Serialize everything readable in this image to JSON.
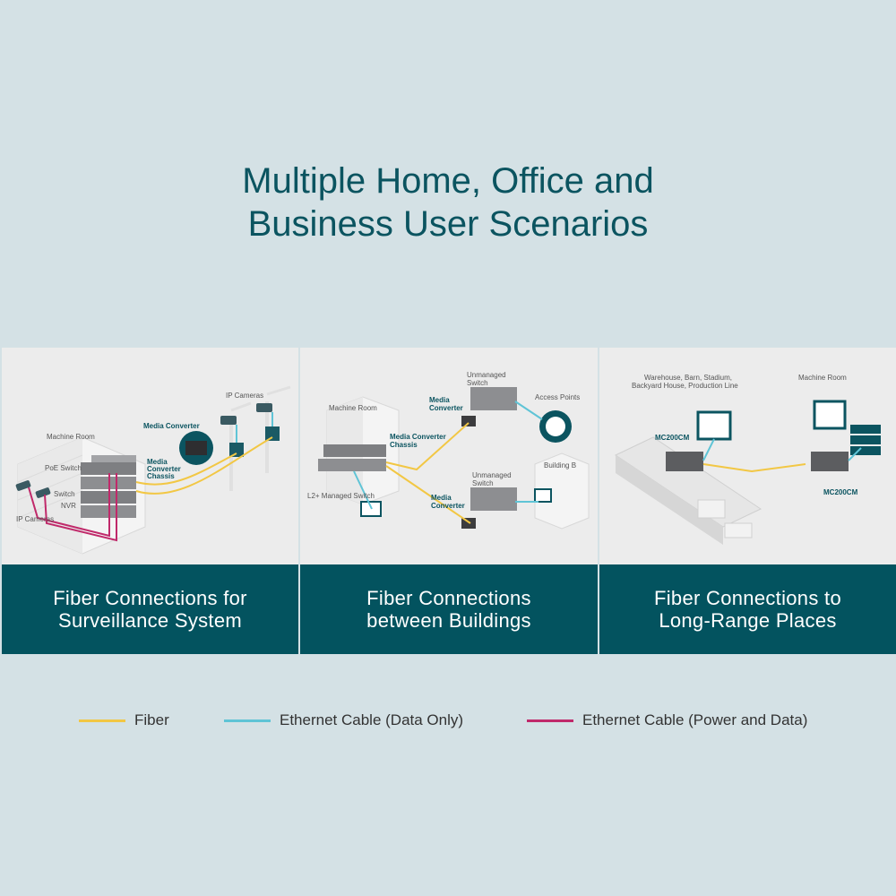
{
  "title": {
    "line1": "Multiple Home, Office and",
    "line2": "Business User Scenarios"
  },
  "colors": {
    "fiber": "#f2c744",
    "ethernet_data": "#5fc4d6",
    "ethernet_power": "#c0296a",
    "teal": "#03535f"
  },
  "panels": [
    {
      "caption_line1": "Fiber Connections for",
      "caption_line2": "Surveillance System",
      "labels": {
        "ip_cameras_top": "IP Cameras",
        "media_converter": "Media Converter",
        "machine_room": "Machine Room",
        "media_converter_chassis": "Media",
        "media_converter_chassis_2": "Converter",
        "media_converter_chassis_3": "Chassis",
        "poe_switch": "PoE Switch",
        "switch": "Switch",
        "nvr": "NVR",
        "ip_cameras_bottom": "IP Cameras"
      }
    },
    {
      "caption_line1": "Fiber Connections",
      "caption_line2": "between Buildings",
      "labels": {
        "unmanaged_switch_top": "Unmanaged",
        "unmanaged_switch_top_2": "Switch",
        "media_converter_top": "Media",
        "media_converter_top_2": "Converter",
        "access_points": "Access Points",
        "machine_room": "Machine Room",
        "media_converter_chassis": "Media Converter",
        "media_converter_chassis_2": "Chassis",
        "building_b": "Building B",
        "unmanaged_switch_bottom": "Unmanaged",
        "unmanaged_switch_bottom_2": "Switch",
        "l2_managed_switch": "L2+ Managed Switch",
        "media_converter_bottom": "Media",
        "media_converter_bottom_2": "Converter"
      }
    },
    {
      "caption_line1": "Fiber Connections to",
      "caption_line2": "Long-Range Places",
      "labels": {
        "warehouse_1": "Warehouse, Barn, Stadium,",
        "warehouse_2": "Backyard House, Production Line",
        "machine_room": "Machine Room",
        "mc200cm_left": "MC200CM",
        "mc200cm_right": "MC200CM"
      }
    }
  ],
  "legend": {
    "fiber": "Fiber",
    "ethernet_data": "Ethernet Cable (Data Only)",
    "ethernet_power": "Ethernet Cable (Power and Data)"
  }
}
